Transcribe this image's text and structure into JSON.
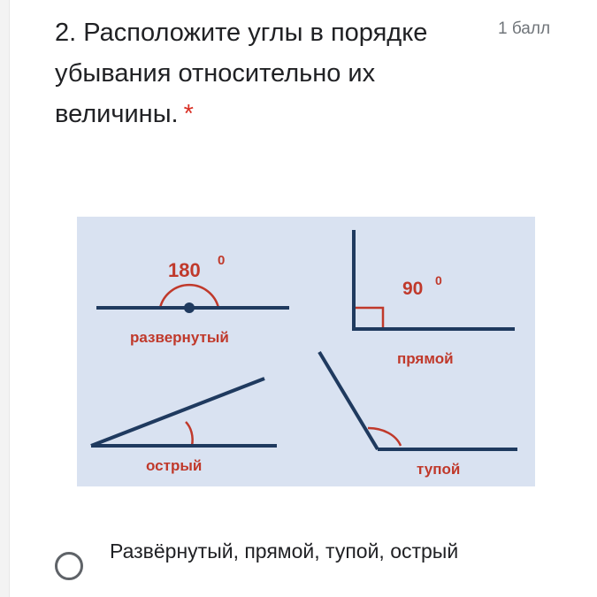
{
  "question": {
    "title": "2. Расположите углы в порядке убывания относительно их величины.",
    "required_marker": "*",
    "points": "1 балл"
  },
  "figure": {
    "background": "#d9e2f1",
    "line_color": "#1f3a5f",
    "arc_color": "#c0392b",
    "label_color": "#c0392b",
    "angles": [
      {
        "name": "развернутый",
        "value_label": "180",
        "degree_mark": "0"
      },
      {
        "name": "прямой",
        "value_label": "90",
        "degree_mark": "0"
      },
      {
        "name": "острый"
      },
      {
        "name": "тупой"
      }
    ]
  },
  "options": [
    {
      "label": "Развёрнутый, прямой, тупой, острый",
      "selected": false
    }
  ]
}
